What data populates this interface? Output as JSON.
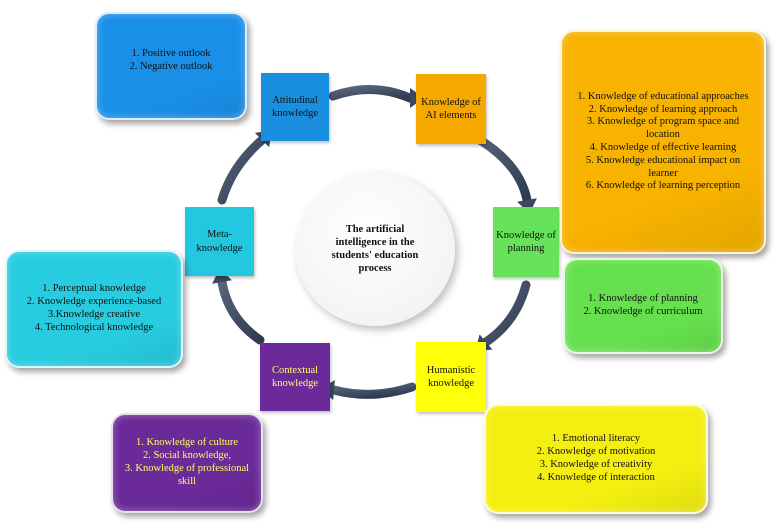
{
  "center": {
    "title": "The artificial intelligence in the students' education process"
  },
  "nodes": {
    "attitudinal": {
      "label": "Attitudinal\nknowledge",
      "color": "#1a8fe0"
    },
    "ai_elements": {
      "label": "Knowledge of\nAI elements",
      "color": "#f5a800"
    },
    "planning": {
      "label": "Knowledge of\nplanning",
      "color": "#66e35a"
    },
    "humanistic": {
      "label": "Humanistic\nknowledge",
      "color": "#ffff0a"
    },
    "contextual": {
      "label": "Contextual\nknowledge",
      "color": "#6a2a9a",
      "text_color": "#ffff66"
    },
    "meta": {
      "label": "Meta-\nknowledge",
      "color": "#22c8e0"
    }
  },
  "cards": {
    "attitudinal": {
      "color": "#1a8fe8",
      "items": [
        "1. Positive outlook",
        "2. Negative outlook"
      ]
    },
    "ai_elements": {
      "color": "#f8b200",
      "items": [
        "1. Knowledge of educational approaches",
        "2. Knowledge of learning approach",
        "3. Knowledge of program space and location",
        "4. Knowledge of effective learning",
        "5. Knowledge educational impact on learner",
        "6. Knowledge of learning perception"
      ]
    },
    "planning": {
      "color": "#66e04e",
      "items": [
        "1. Knowledge of  planning",
        "2. Knowledge of curriculum"
      ]
    },
    "humanistic": {
      "color": "#f4ef10",
      "items": [
        "1. Emotional literacy",
        "2. Knowledge of motivation",
        "3. Knowledge of creativity",
        "4. Knowledge of interaction"
      ]
    },
    "contextual": {
      "color": "#6a2a98",
      "text_color": "#ffff66",
      "items": [
        "1. Knowledge of culture",
        "2. Social knowledge,",
        "3. Knowledge of professional skill"
      ]
    },
    "meta": {
      "color": "#28cce0",
      "items": [
        "1. Perceptual knowledge",
        "2. Knowledge experience-based",
        "3.Knowledge creative",
        "4. Technological knowledge"
      ]
    }
  },
  "arrow_color": "#3a4860"
}
